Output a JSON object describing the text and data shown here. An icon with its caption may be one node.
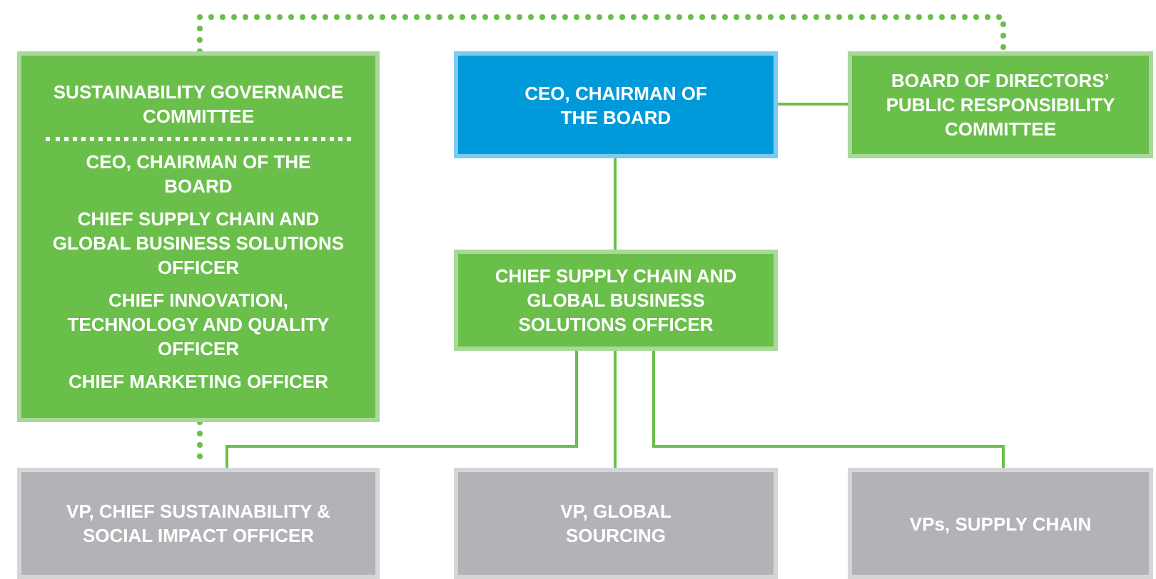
{
  "diagram": {
    "nodes": [
      {
        "text": [
          "SUSTAINABILITY GOVERNANCE COMMITTEE",
          "CEO, CHAIRMAN OF THE BOARD",
          "CHIEF SUPPLY CHAIN AND GLOBAL BUSINESS SOLUTIONS OFFICER",
          "CHIEF INNOVATION, TECHNOLOGY AND QUALITY OFFICER",
          "CHIEF MARKETING OFFICER"
        ]
      },
      {
        "text": [
          "CEO, CHAIRMAN OF THE BOARD"
        ]
      },
      {
        "text": [
          "BOARD OF DIRECTORS’ PUBLIC RESPONSIBILITY COMMITTEE"
        ]
      },
      {
        "text": [
          "CHIEF SUPPLY CHAIN AND GLOBAL BUSINESS SOLUTIONS OFFICER"
        ]
      },
      {
        "text": [
          "VP, CHIEF SUSTAINABILITY & SOCIAL IMPACT OFFICER"
        ]
      },
      {
        "text": [
          "VP, GLOBAL SOURCING"
        ]
      },
      {
        "text": [
          "VPs, SUPPLY CHAIN"
        ]
      }
    ],
    "edges": [
      {
        "from": 0,
        "to": 2,
        "arrow": "none",
        "style": "dashed"
      },
      {
        "from": 1,
        "to": 2,
        "arrow": "none"
      },
      {
        "from": 1,
        "to": 3,
        "arrow": "none"
      },
      {
        "from": 3,
        "to": 4,
        "arrow": "none"
      },
      {
        "from": 3,
        "to": 5,
        "arrow": "none"
      },
      {
        "from": 3,
        "to": 6,
        "arrow": "none"
      },
      {
        "from": 0,
        "to": 4,
        "arrow": "none",
        "style": "dashed"
      }
    ]
  }
}
